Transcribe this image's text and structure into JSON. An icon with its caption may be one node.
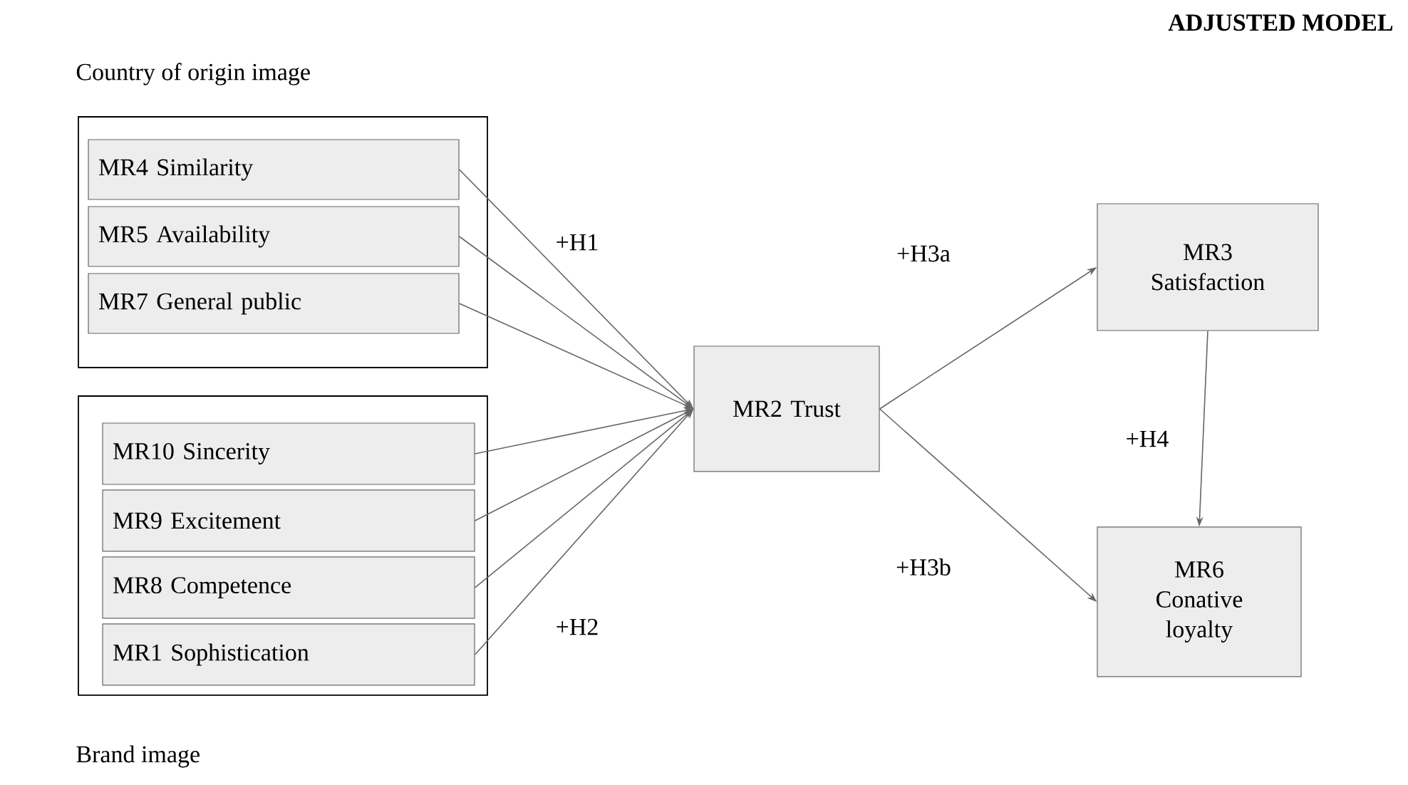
{
  "diagram": {
    "title": "ADJUSTED MODEL",
    "nodes": [
      {
        "text": [
          "Country of origin image"
        ]
      },
      {
        "text": [
          "MR4 Similarity"
        ],
        "in": 0
      },
      {
        "text": [
          "MR5 Availability"
        ],
        "in": 0
      },
      {
        "text": [
          "MR7 General public"
        ],
        "in": 0
      },
      {
        "text": [
          "Brand image"
        ]
      },
      {
        "text": [
          "MR10 Sincerity"
        ],
        "in": 4
      },
      {
        "text": [
          "MR9 Excitement"
        ],
        "in": 4
      },
      {
        "text": [
          "MR8 Competence"
        ],
        "in": 4
      },
      {
        "text": [
          "MR1 Sophistication"
        ],
        "in": 4
      },
      {
        "text": [
          "MR2 Trust"
        ]
      },
      {
        "text": [
          "MR3 Satisfaction"
        ]
      },
      {
        "text": [
          "MR6 Conative loyalty"
        ]
      }
    ],
    "edges": [
      {
        "from": 1,
        "to": 9,
        "arrow": "to"
      },
      {
        "from": 2,
        "to": 9,
        "arrow": "to"
      },
      {
        "from": 3,
        "to": 9,
        "arrow": "to"
      },
      {
        "from": 5,
        "to": 9,
        "arrow": "to"
      },
      {
        "from": 6,
        "to": 9,
        "arrow": "to"
      },
      {
        "from": 7,
        "to": 9,
        "arrow": "to"
      },
      {
        "from": 8,
        "to": 9,
        "arrow": "to"
      },
      {
        "from": 9,
        "to": 10,
        "arrow": "to",
        "label": "+H3a"
      },
      {
        "from": 9,
        "to": 11,
        "arrow": "to",
        "label": "+H3b"
      },
      {
        "from": 10,
        "to": 11,
        "arrow": "to",
        "label": "+H4"
      }
    ],
    "labels": [
      "+H1",
      "+H2"
    ]
  }
}
